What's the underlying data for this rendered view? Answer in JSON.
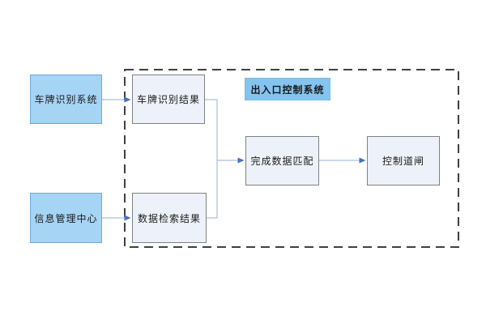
{
  "diagram": {
    "boundary_label": "出入口控制系统",
    "external_nodes": [
      {
        "id": "plate-recognition-system",
        "label": "车牌识别系统"
      },
      {
        "id": "info-management-center",
        "label": "信息管理中心"
      }
    ],
    "internal_nodes": [
      {
        "id": "plate-recognition-result",
        "label": "车牌识别结果"
      },
      {
        "id": "data-retrieval-result",
        "label": "数据检索结果"
      },
      {
        "id": "data-matching",
        "label": "完成数据匹配"
      },
      {
        "id": "barrier-control",
        "label": "控制道闸"
      }
    ],
    "edges": [
      {
        "from": "车牌识别系统",
        "to": "车牌识别结果"
      },
      {
        "from": "信息管理中心",
        "to": "数据检索结果"
      },
      {
        "from": "车牌识别结果",
        "to": "完成数据匹配"
      },
      {
        "from": "数据检索结果",
        "to": "完成数据匹配"
      },
      {
        "from": "完成数据匹配",
        "to": "控制道闸"
      }
    ]
  },
  "colors": {
    "background": "#ffffff",
    "source-fill": "#a6d4f5",
    "source-border": "#6fa8dc",
    "inner-fill": "#edf1f9",
    "inner-border": "#808080",
    "label-fill": "#84c5f0",
    "label-border": "#79bcea",
    "frame-border": "#404040",
    "edge-line": "#95b3d7",
    "edge-arrow": "#4472c4",
    "text": "#1a1a1a"
  }
}
